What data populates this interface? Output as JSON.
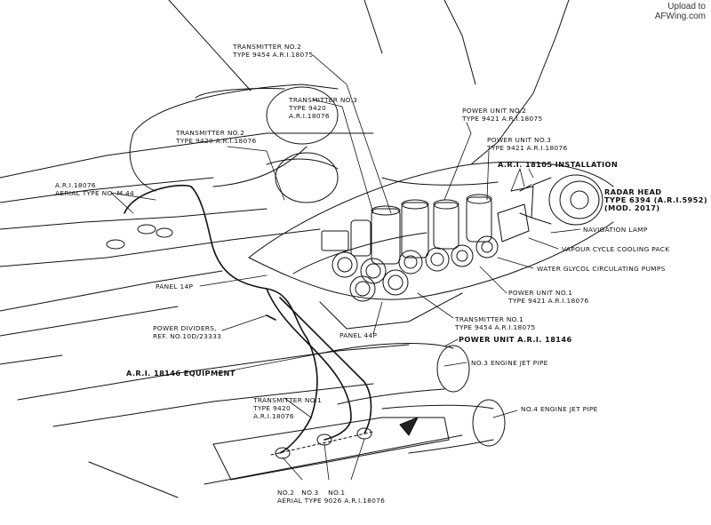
{
  "watermark": {
    "line1": "Upload to",
    "line2": "AFWing.com"
  },
  "labels": {
    "transmitter_no2_9454": [
      "TRANSMITTER No.2",
      "TYPE 9454 A.R.I.18075"
    ],
    "transmitter_no3_9420": [
      "TRANSMITTER No.3",
      "TYPE 9420",
      "A.R.I.18076"
    ],
    "transmitter_no2_9420": [
      "TRANSMITTER No.2",
      "TYPE 9420 A.R.I.18076"
    ],
    "aerial_m44": [
      "A.R.I.18076",
      "AERIAL TYPE No. M.44"
    ],
    "power_unit_no2": [
      "POWER UNIT No.2",
      "TYPE 9421 A.R.I.18075"
    ],
    "power_unit_no3": [
      "POWER UNIT No.3",
      "TYPE 9421 A.R.I.18076"
    ],
    "ari_18105": [
      "A.R.I. 18105 INSTALLATION"
    ],
    "radar_head": [
      "RADAR HEAD",
      "TYPE 6394 (A.R.I.5952)",
      "(Mod. 2017)"
    ],
    "navigation_lamp": [
      "NAVIGATION LAMP"
    ],
    "vapour_cycle": [
      "VAPOUR CYCLE COOLING PACK"
    ],
    "water_glycol": [
      "WATER GLYCOL CIRCULATING PUMPS"
    ],
    "panel_14p": [
      "PANEL 14P"
    ],
    "power_unit_no1": [
      "POWER UNIT No.1",
      "TYPE 9421 A.R.I.18076"
    ],
    "power_dividers": [
      "POWER DIVIDERS,",
      "REF. No.10D/23333"
    ],
    "transmitter_no1_9454": [
      "TRANSMITTER No.1",
      "TYPE 9454 A.R.I.18075"
    ],
    "panel_44p": [
      "PANEL 44P"
    ],
    "power_unit_18146": [
      "POWER UNIT A.R.I. 18146"
    ],
    "ari_18146_equipment": [
      "A.R.I. 18146 EQUIPMENT"
    ],
    "no3_engine": [
      "No.3 ENGINE JET PIPE"
    ],
    "transmitter_no1_9420": [
      "TRANSMITTER No.1",
      "TYPE 9420",
      "A.R.I.18076"
    ],
    "no4_engine": [
      "No.4 ENGINE JET PIPE"
    ],
    "aerial_9026": [
      "No.2   No.3    No.1",
      "AERIAL TYPE 9026 A.R.I.18076"
    ]
  }
}
